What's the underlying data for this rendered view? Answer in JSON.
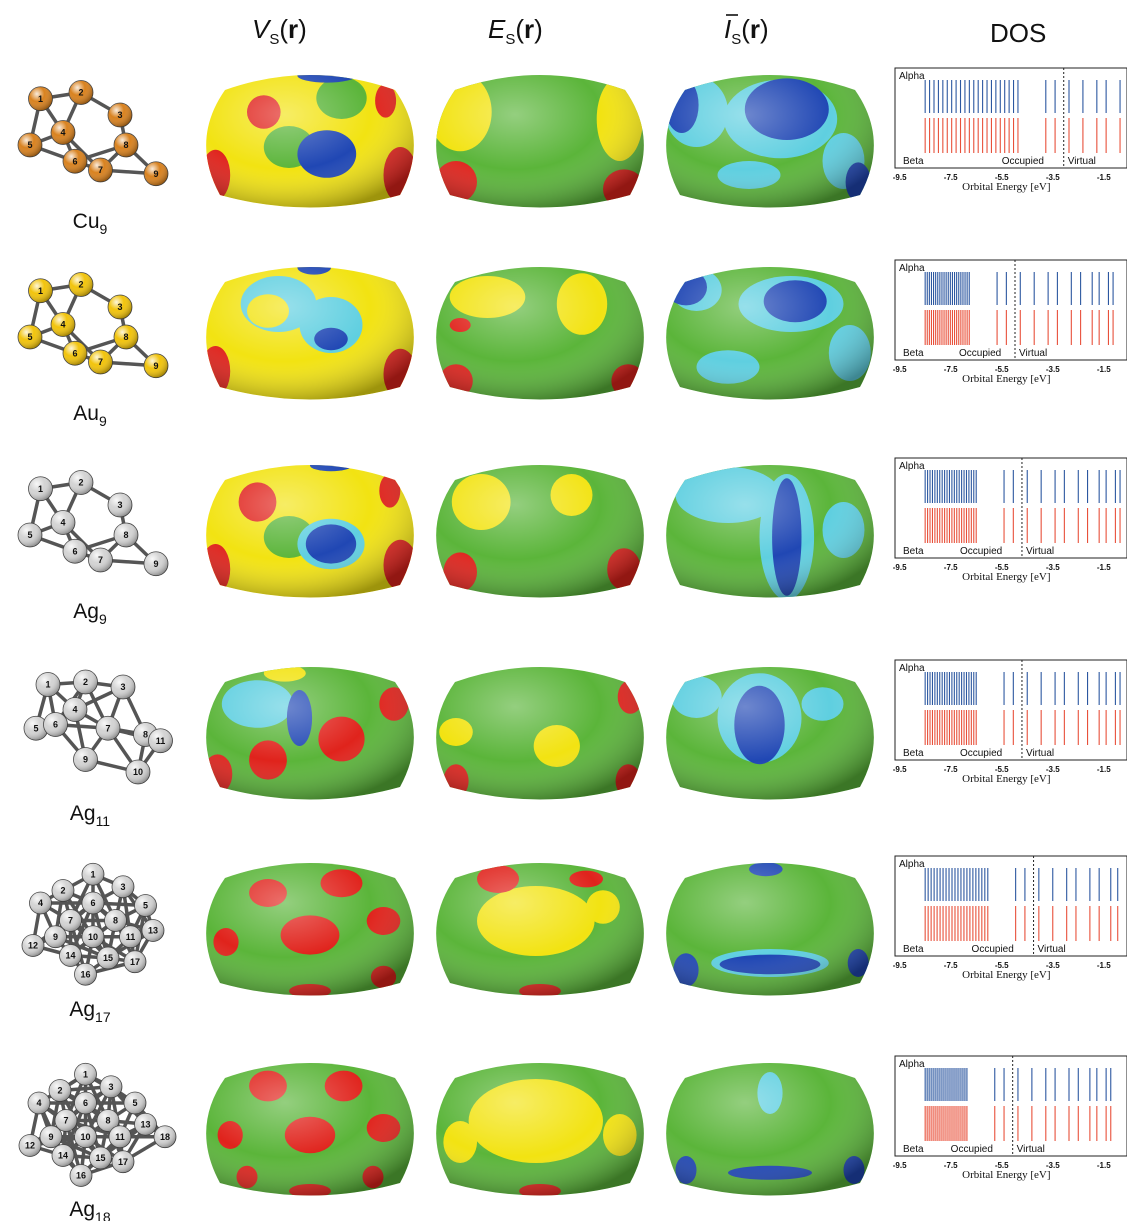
{
  "headers": {
    "vs_main": "V",
    "vs_sub": "S",
    "vs_arg": "r",
    "es_main": "E",
    "es_sub": "S",
    "es_arg": "r",
    "is_main": "I",
    "is_sub": "S",
    "is_arg": "r",
    "dos": "DOS"
  },
  "colors": {
    "copper": "#d9821f",
    "gold": "#f2c40c",
    "silver": "#d4d4d4",
    "surf_red": "#e0231c",
    "surf_yellow": "#f2e312",
    "surf_green": "#5bb53a",
    "surf_cyan": "#5fcfe0",
    "surf_blue": "#2047b4",
    "dos_alpha": "#2c57a0",
    "dos_beta": "#e8503a"
  },
  "dos_axis": {
    "ticks": [
      "-9.5",
      "-7.5",
      "-5.5",
      "-3.5",
      "-1.5"
    ],
    "xlabel": "Orbital Energy [eV]",
    "alpha_label": "Alpha",
    "beta_label": "Beta",
    "occupied_label": "Occupied",
    "virtual_label": "Virtual"
  },
  "rows": [
    {
      "base": "Cu",
      "sub": "9",
      "color_key": "copper",
      "n_atoms": 9,
      "cluster_type": "small",
      "vs": {
        "base": "y",
        "spots": [
          [
            "r",
            0.28,
            0.3,
            0.08,
            0.12
          ],
          [
            "r",
            0.05,
            0.75,
            0.07,
            0.18
          ],
          [
            "r",
            0.93,
            0.75,
            0.08,
            0.2
          ],
          [
            "r",
            0.86,
            0.22,
            0.05,
            0.12
          ],
          [
            "g",
            0.4,
            0.55,
            0.12,
            0.15
          ],
          [
            "g",
            0.65,
            0.2,
            0.12,
            0.15
          ],
          [
            "b",
            0.58,
            0.6,
            0.14,
            0.17
          ],
          [
            "b",
            0.58,
            0.04,
            0.14,
            0.05
          ]
        ]
      },
      "es": {
        "base": "g",
        "spots": [
          [
            "y",
            0.12,
            0.3,
            0.15,
            0.28
          ],
          [
            "y",
            0.88,
            0.35,
            0.11,
            0.3
          ],
          [
            "r",
            0.1,
            0.8,
            0.1,
            0.15
          ],
          [
            "r",
            0.9,
            0.85,
            0.1,
            0.14
          ]
        ]
      },
      "is": {
        "base": "g",
        "spots": [
          [
            "c",
            0.55,
            0.35,
            0.27,
            0.28
          ],
          [
            "b",
            0.58,
            0.28,
            0.2,
            0.22
          ],
          [
            "c",
            0.15,
            0.3,
            0.15,
            0.25
          ],
          [
            "b",
            0.08,
            0.25,
            0.08,
            0.2
          ],
          [
            "c",
            0.85,
            0.65,
            0.1,
            0.2
          ],
          [
            "b",
            0.92,
            0.8,
            0.06,
            0.14
          ],
          [
            "c",
            0.4,
            0.75,
            0.15,
            0.1
          ]
        ]
      },
      "dos": {
        "occ_x": 0.71,
        "occ_label_left": false
      }
    },
    {
      "base": "Au",
      "sub": "9",
      "color_key": "gold",
      "n_atoms": 9,
      "cluster_type": "small",
      "vs": {
        "base": "y",
        "spots": [
          [
            "c",
            0.35,
            0.3,
            0.18,
            0.2
          ],
          [
            "y",
            0.3,
            0.35,
            0.1,
            0.12
          ],
          [
            "r",
            0.05,
            0.78,
            0.07,
            0.18
          ],
          [
            "r",
            0.93,
            0.8,
            0.08,
            0.18
          ],
          [
            "c",
            0.6,
            0.45,
            0.15,
            0.2
          ],
          [
            "b",
            0.6,
            0.55,
            0.08,
            0.08
          ],
          [
            "b",
            0.52,
            0.04,
            0.08,
            0.05
          ]
        ]
      },
      "es": {
        "base": "g",
        "spots": [
          [
            "y",
            0.25,
            0.25,
            0.18,
            0.15
          ],
          [
            "y",
            0.7,
            0.3,
            0.12,
            0.22
          ],
          [
            "r",
            0.1,
            0.85,
            0.08,
            0.12
          ],
          [
            "r",
            0.92,
            0.85,
            0.08,
            0.12
          ],
          [
            "r",
            0.12,
            0.45,
            0.05,
            0.05
          ]
        ]
      },
      "is": {
        "base": "g",
        "spots": [
          [
            "c",
            0.6,
            0.3,
            0.25,
            0.2
          ],
          [
            "b",
            0.62,
            0.28,
            0.15,
            0.15
          ],
          [
            "c",
            0.15,
            0.2,
            0.12,
            0.15
          ],
          [
            "b",
            0.1,
            0.18,
            0.1,
            0.13
          ],
          [
            "c",
            0.88,
            0.65,
            0.1,
            0.2
          ],
          [
            "c",
            0.3,
            0.75,
            0.15,
            0.12
          ]
        ]
      },
      "dos": {
        "occ_x": 0.5,
        "occ_label_left": true
      }
    },
    {
      "base": "Ag",
      "sub": "9",
      "color_key": "silver",
      "n_atoms": 9,
      "cluster_type": "small",
      "vs": {
        "base": "y",
        "spots": [
          [
            "r",
            0.25,
            0.3,
            0.09,
            0.14
          ],
          [
            "r",
            0.05,
            0.78,
            0.07,
            0.18
          ],
          [
            "r",
            0.93,
            0.75,
            0.08,
            0.18
          ],
          [
            "r",
            0.88,
            0.22,
            0.05,
            0.12
          ],
          [
            "g",
            0.4,
            0.55,
            0.12,
            0.15
          ],
          [
            "c",
            0.6,
            0.6,
            0.16,
            0.18
          ],
          [
            "b",
            0.6,
            0.6,
            0.12,
            0.14
          ],
          [
            "b",
            0.6,
            0.04,
            0.1,
            0.04
          ]
        ]
      },
      "es": {
        "base": "g",
        "spots": [
          [
            "y",
            0.22,
            0.3,
            0.14,
            0.2
          ],
          [
            "y",
            0.65,
            0.25,
            0.1,
            0.15
          ],
          [
            "r",
            0.12,
            0.8,
            0.08,
            0.14
          ],
          [
            "r",
            0.9,
            0.78,
            0.08,
            0.15
          ]
        ]
      },
      "is": {
        "base": "g",
        "spots": [
          [
            "c",
            0.3,
            0.25,
            0.25,
            0.2
          ],
          [
            "c",
            0.58,
            0.55,
            0.13,
            0.45
          ],
          [
            "b",
            0.58,
            0.55,
            0.07,
            0.42
          ],
          [
            "c",
            0.85,
            0.5,
            0.1,
            0.2
          ]
        ]
      },
      "dos": {
        "occ_x": 0.53,
        "occ_label_left": false
      }
    },
    {
      "base": "Ag",
      "sub": "11",
      "color_key": "silver",
      "n_atoms": 11,
      "cluster_type": "medium",
      "vs": {
        "base": "g",
        "spots": [
          [
            "r",
            0.65,
            0.55,
            0.11,
            0.16
          ],
          [
            "r",
            0.3,
            0.7,
            0.09,
            0.14
          ],
          [
            "r",
            0.06,
            0.8,
            0.07,
            0.14
          ],
          [
            "r",
            0.9,
            0.3,
            0.07,
            0.12
          ],
          [
            "c",
            0.25,
            0.3,
            0.17,
            0.17
          ],
          [
            "b",
            0.45,
            0.4,
            0.06,
            0.2
          ],
          [
            "y",
            0.38,
            0.08,
            0.1,
            0.06
          ]
        ]
      },
      "es": {
        "base": "g",
        "spots": [
          [
            "y",
            0.58,
            0.6,
            0.11,
            0.15
          ],
          [
            "y",
            0.1,
            0.5,
            0.08,
            0.1
          ],
          [
            "r",
            0.93,
            0.25,
            0.06,
            0.12
          ],
          [
            "r",
            0.92,
            0.85,
            0.06,
            0.12
          ],
          [
            "r",
            0.1,
            0.85,
            0.06,
            0.12
          ]
        ]
      },
      "is": {
        "base": "g",
        "spots": [
          [
            "c",
            0.45,
            0.4,
            0.2,
            0.32
          ],
          [
            "b",
            0.45,
            0.45,
            0.12,
            0.28
          ],
          [
            "c",
            0.15,
            0.25,
            0.12,
            0.15
          ],
          [
            "c",
            0.75,
            0.3,
            0.1,
            0.12
          ]
        ]
      },
      "dos": {
        "occ_x": 0.53,
        "occ_label_left": false
      }
    },
    {
      "base": "Ag",
      "sub": "17",
      "color_key": "silver",
      "n_atoms": 17,
      "cluster_type": "large",
      "vs": {
        "base": "g",
        "spots": [
          [
            "r",
            0.5,
            0.55,
            0.14,
            0.14
          ],
          [
            "r",
            0.3,
            0.25,
            0.09,
            0.1
          ],
          [
            "r",
            0.65,
            0.18,
            0.1,
            0.1
          ],
          [
            "r",
            0.85,
            0.45,
            0.08,
            0.1
          ],
          [
            "r",
            0.1,
            0.6,
            0.06,
            0.1
          ],
          [
            "r",
            0.5,
            0.95,
            0.1,
            0.05
          ],
          [
            "r",
            0.85,
            0.85,
            0.06,
            0.08
          ]
        ]
      },
      "es": {
        "base": "g",
        "spots": [
          [
            "y",
            0.48,
            0.45,
            0.28,
            0.25
          ],
          [
            "y",
            0.8,
            0.35,
            0.08,
            0.12
          ],
          [
            "r",
            0.3,
            0.15,
            0.1,
            0.1
          ],
          [
            "r",
            0.72,
            0.15,
            0.08,
            0.06
          ],
          [
            "r",
            0.5,
            0.95,
            0.1,
            0.05
          ]
        ]
      },
      "is": {
        "base": "g",
        "spots": [
          [
            "c",
            0.5,
            0.75,
            0.28,
            0.1
          ],
          [
            "b",
            0.5,
            0.76,
            0.24,
            0.07
          ],
          [
            "b",
            0.48,
            0.08,
            0.08,
            0.05
          ],
          [
            "b",
            0.1,
            0.8,
            0.06,
            0.12
          ],
          [
            "b",
            0.92,
            0.75,
            0.05,
            0.1
          ]
        ]
      },
      "dos": {
        "occ_x": 0.58,
        "occ_label_left": false
      }
    },
    {
      "base": "Ag",
      "sub": "18",
      "color_key": "silver",
      "n_atoms": 18,
      "cluster_type": "large18",
      "vs": {
        "base": "g",
        "spots": [
          [
            "r",
            0.5,
            0.55,
            0.12,
            0.13
          ],
          [
            "r",
            0.3,
            0.2,
            0.09,
            0.11
          ],
          [
            "r",
            0.66,
            0.2,
            0.09,
            0.11
          ],
          [
            "r",
            0.85,
            0.5,
            0.08,
            0.1
          ],
          [
            "r",
            0.12,
            0.55,
            0.06,
            0.1
          ],
          [
            "r",
            0.5,
            0.95,
            0.1,
            0.05
          ],
          [
            "r",
            0.2,
            0.85,
            0.05,
            0.08
          ],
          [
            "r",
            0.8,
            0.85,
            0.05,
            0.08
          ]
        ]
      },
      "es": {
        "base": "g",
        "spots": [
          [
            "y",
            0.48,
            0.45,
            0.32,
            0.3
          ],
          [
            "y",
            0.12,
            0.6,
            0.08,
            0.15
          ],
          [
            "y",
            0.88,
            0.55,
            0.08,
            0.15
          ],
          [
            "r",
            0.5,
            0.95,
            0.1,
            0.05
          ]
        ]
      },
      "is": {
        "base": "g",
        "spots": [
          [
            "c",
            0.5,
            0.25,
            0.06,
            0.15
          ],
          [
            "b",
            0.5,
            0.82,
            0.2,
            0.05
          ],
          [
            "b",
            0.1,
            0.8,
            0.05,
            0.1
          ],
          [
            "b",
            0.9,
            0.8,
            0.05,
            0.1
          ]
        ]
      },
      "dos": {
        "occ_x": 0.49,
        "occ_label_left": false
      }
    }
  ]
}
